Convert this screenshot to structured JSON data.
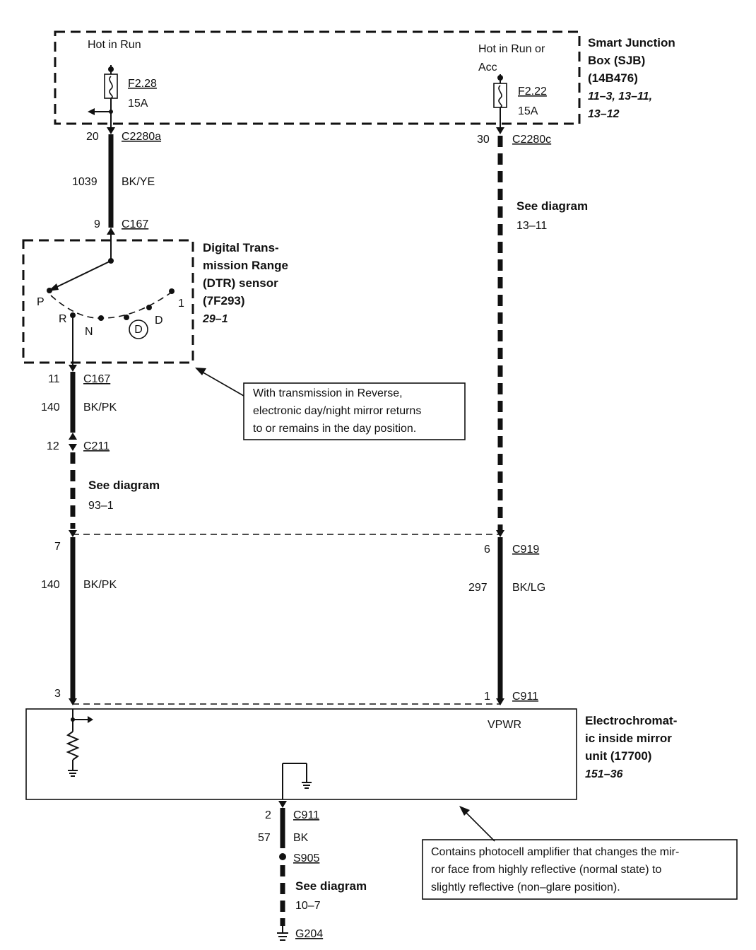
{
  "sjb": {
    "hot_left": "Hot in Run",
    "hot_right_1": "Hot in Run or",
    "hot_right_2": "Acc",
    "fuse_left_id": "F2.28",
    "fuse_left_amp": "15A",
    "fuse_right_id": "F2.22",
    "fuse_right_amp": "15A",
    "title_1": "Smart Junction",
    "title_2": "Box (SJB)",
    "title_3": "(14B476)",
    "ref_1": "11–3, 13–11,",
    "ref_2": "13–12"
  },
  "left_wire": {
    "pin_top": "20",
    "conn_top": "C2280a",
    "circuit": "1039",
    "color": "BK/YE",
    "pin_c167_top": "9",
    "conn_c167_top": "C167",
    "pin_c167_bot": "11",
    "conn_c167_bot": "C167",
    "circuit2": "140",
    "color2": "BK/PK",
    "pin_c211": "12",
    "conn_c211": "C211",
    "see": "See diagram",
    "see_ref": "93–1",
    "pin_7": "7",
    "circuit3": "140",
    "color3": "BK/PK",
    "pin_3": "3"
  },
  "dtr": {
    "title_1": "Digital Trans-",
    "title_2": "mission Range",
    "title_3": "(DTR) sensor",
    "title_4": "(7F293)",
    "ref": "29–1",
    "pos_p": "P",
    "pos_r": "R",
    "pos_n": "N",
    "pos_d_circle": "D",
    "pos_d": "D",
    "pos_1": "1"
  },
  "note_reverse": {
    "line1": "With transmission in Reverse,",
    "line2": "electronic day/night mirror returns",
    "line3": "to or remains in the day position."
  },
  "right_wire": {
    "pin_top": "30",
    "conn_top": "C2280c",
    "see": "See diagram",
    "see_ref": "13–11",
    "pin_6": "6",
    "conn_c919": "C919",
    "circuit": "297",
    "color": "BK/LG",
    "pin_1": "1",
    "conn_c911": "C911"
  },
  "mirror": {
    "vpwr": "VPWR",
    "title_1": "Electrochromat-",
    "title_2": "ic inside mirror",
    "title_3": "unit (17700)",
    "ref": "151–36"
  },
  "ground_wire": {
    "pin": "2",
    "conn": "C911",
    "circuit": "57",
    "color": "BK",
    "splice": "S905",
    "see": "See diagram",
    "see_ref": "10–7",
    "ground": "G204"
  },
  "note_photocell": {
    "line1": "Contains photocell amplifier that changes the mir-",
    "line2": "ror face from highly reflective (normal state) to",
    "line3": "slightly reflective (non–glare position)."
  }
}
